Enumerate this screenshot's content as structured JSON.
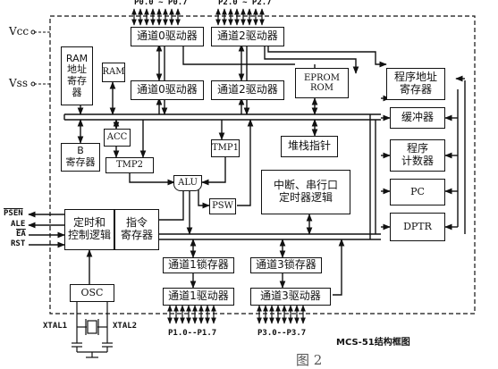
{
  "pins_top": {
    "p0_range": "P0.0 ~ P0.7",
    "p2_range": "P2.0 ~ P2.7"
  },
  "power": {
    "vcc": "Vcc",
    "vss": "Vss"
  },
  "blocks": {
    "port0_driver": "通道0驱动器",
    "port2_driver": "通道2驱动器",
    "port0_latch": "通道0驱动器",
    "port2_latch": "通道2驱动器",
    "ram_addr_reg": "RAM\n地址\n寄存\n器",
    "ram": "RAM",
    "eprom_rom": "EPROM\nROM",
    "prog_addr_reg": "程序地址\n寄存器",
    "buffer": "缓冲器",
    "b_reg": "B\n寄存器",
    "acc": "ACC",
    "tmp2": "TMP2",
    "tmp1": "TMP1",
    "stack_pointer": "堆栈指针",
    "pc_incrementer": "程序\n计数器",
    "pc": "PC",
    "alu": "ALU",
    "psw": "PSW",
    "interrupt_logic": "中断、串行口\n定时器逻辑",
    "timing_control": "定时和\n控制逻辑",
    "instruction_reg": "指令\n寄存器",
    "dptr": "DPTR",
    "port1_latch": "通道1锁存器",
    "port3_latch": "通道3锁存器",
    "port1_driver": "通道1驱动器",
    "port3_driver": "通道3驱动器",
    "osc": "OSC"
  },
  "control_pins": {
    "psen": "PSEN",
    "ale": "ALE",
    "ea": "EA",
    "rst": "RST"
  },
  "crystal": {
    "xtal1": "XTAL1",
    "xtal2": "XTAL2"
  },
  "pins_bottom": {
    "p1_range": "P1.0--P1.7",
    "p3_range": "P3.0--P3.7"
  },
  "caption": "MCS-51结构框图",
  "figure_label": "图 2"
}
